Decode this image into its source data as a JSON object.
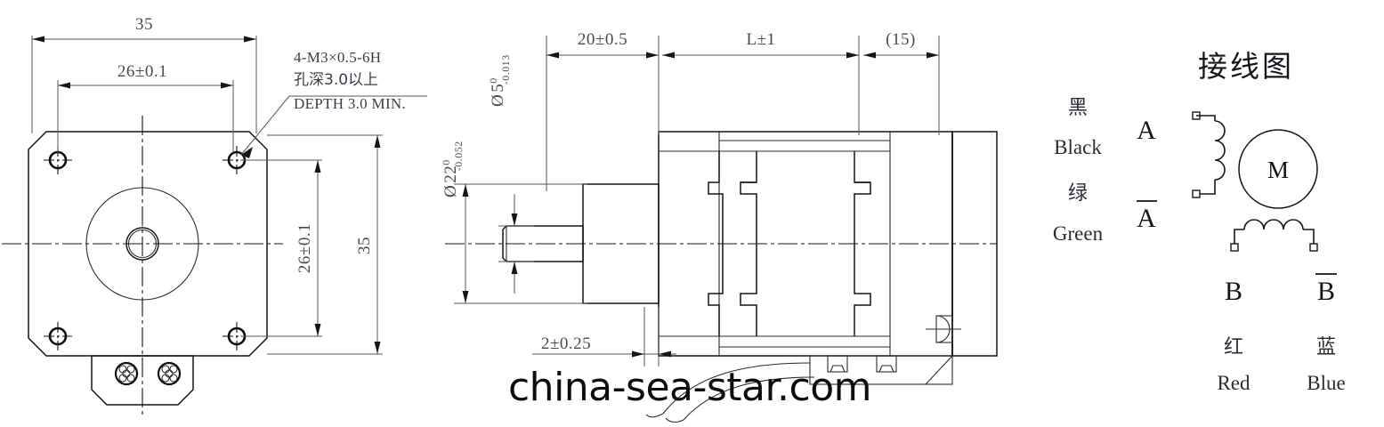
{
  "drawing": {
    "title_watermark": "china-sea-star.com",
    "background_color": "#ffffff",
    "line_color": "#14141a",
    "dim_text_color": "#4a4a55"
  },
  "front_view": {
    "name": "front-view",
    "dimensions": {
      "width_overall": "35",
      "width_bolt_circle": "26±0.1",
      "height_overall": "35",
      "height_bolt_circle": "26±0.1"
    },
    "callout": {
      "line1": "4-M3×0.5-6H",
      "line2": "孔深3.0以上",
      "line3": "DEPTH 3.0 MIN."
    },
    "features": {
      "mounting_holes": 4,
      "cable_bundles": 2
    }
  },
  "side_view": {
    "name": "side-view",
    "dimensions": {
      "front_length": "20±0.5",
      "body_length": "L±1",
      "rear_length": "(15)",
      "shaft_flat": "2±0.25"
    },
    "diameters": {
      "shaft": {
        "symbol": "Ø",
        "value": "5",
        "upper": "0",
        "lower": "-0.013"
      },
      "pilot": {
        "symbol": "Ø",
        "value": "22",
        "upper": "0",
        "lower": "-0.052"
      }
    }
  },
  "wiring_diagram": {
    "name": "wiring-diagram",
    "title": "接线图",
    "motor_label": "M",
    "leads": [
      {
        "cn": "黑",
        "en": "Black",
        "phase": "A",
        "overline": false
      },
      {
        "cn": "绿",
        "en": "Green",
        "phase": "A",
        "overline": true
      },
      {
        "cn": "红",
        "en": "Red",
        "phase": "B",
        "overline": false
      },
      {
        "cn": "蓝",
        "en": "Blue",
        "phase": "B",
        "overline": true
      }
    ]
  }
}
